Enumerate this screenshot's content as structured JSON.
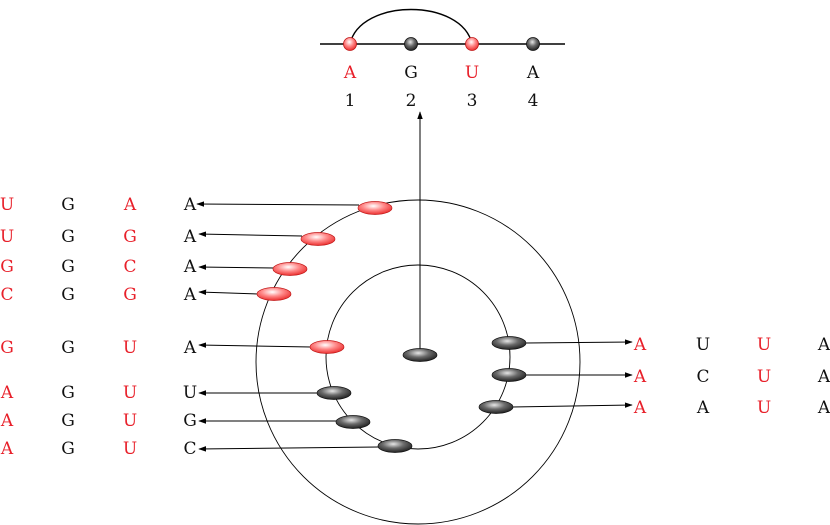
{
  "colors": {
    "red": "#e8202a",
    "black": "#111111",
    "line": "#000000",
    "red_bead": "#ff5a5a",
    "gray_bead": "#2a2a2a"
  },
  "top_strand": {
    "bases": [
      {
        "letter": "A",
        "number": "1",
        "highlight": true
      },
      {
        "letter": "G",
        "number": "2",
        "highlight": false
      },
      {
        "letter": "U",
        "number": "3",
        "highlight": true
      },
      {
        "letter": "A",
        "number": "4",
        "highlight": false
      }
    ]
  },
  "left_sequences": [
    {
      "letters": [
        "U",
        "G",
        "A",
        "A"
      ],
      "red": [
        true,
        false,
        true,
        false
      ]
    },
    {
      "letters": [
        "U",
        "G",
        "G",
        "A"
      ],
      "red": [
        true,
        false,
        true,
        false
      ]
    },
    {
      "letters": [
        "G",
        "G",
        "C",
        "A"
      ],
      "red": [
        true,
        false,
        true,
        false
      ]
    },
    {
      "letters": [
        "C",
        "G",
        "G",
        "A"
      ],
      "red": [
        true,
        false,
        true,
        false
      ]
    },
    {
      "letters": [
        "G",
        "G",
        "U",
        "A"
      ],
      "red": [
        true,
        false,
        true,
        false
      ]
    },
    {
      "letters": [
        "A",
        "G",
        "U",
        "U"
      ],
      "red": [
        true,
        false,
        true,
        false
      ]
    },
    {
      "letters": [
        "A",
        "G",
        "U",
        "G"
      ],
      "red": [
        true,
        false,
        true,
        false
      ]
    },
    {
      "letters": [
        "A",
        "G",
        "U",
        "C"
      ],
      "red": [
        true,
        false,
        true,
        false
      ]
    }
  ],
  "right_sequences": [
    {
      "letters": [
        "A",
        "U",
        "U",
        "A"
      ],
      "red": [
        true,
        false,
        true,
        false
      ]
    },
    {
      "letters": [
        "A",
        "C",
        "U",
        "A"
      ],
      "red": [
        true,
        false,
        true,
        false
      ]
    },
    {
      "letters": [
        "A",
        "A",
        "U",
        "A"
      ],
      "red": [
        true,
        false,
        true,
        false
      ]
    }
  ]
}
